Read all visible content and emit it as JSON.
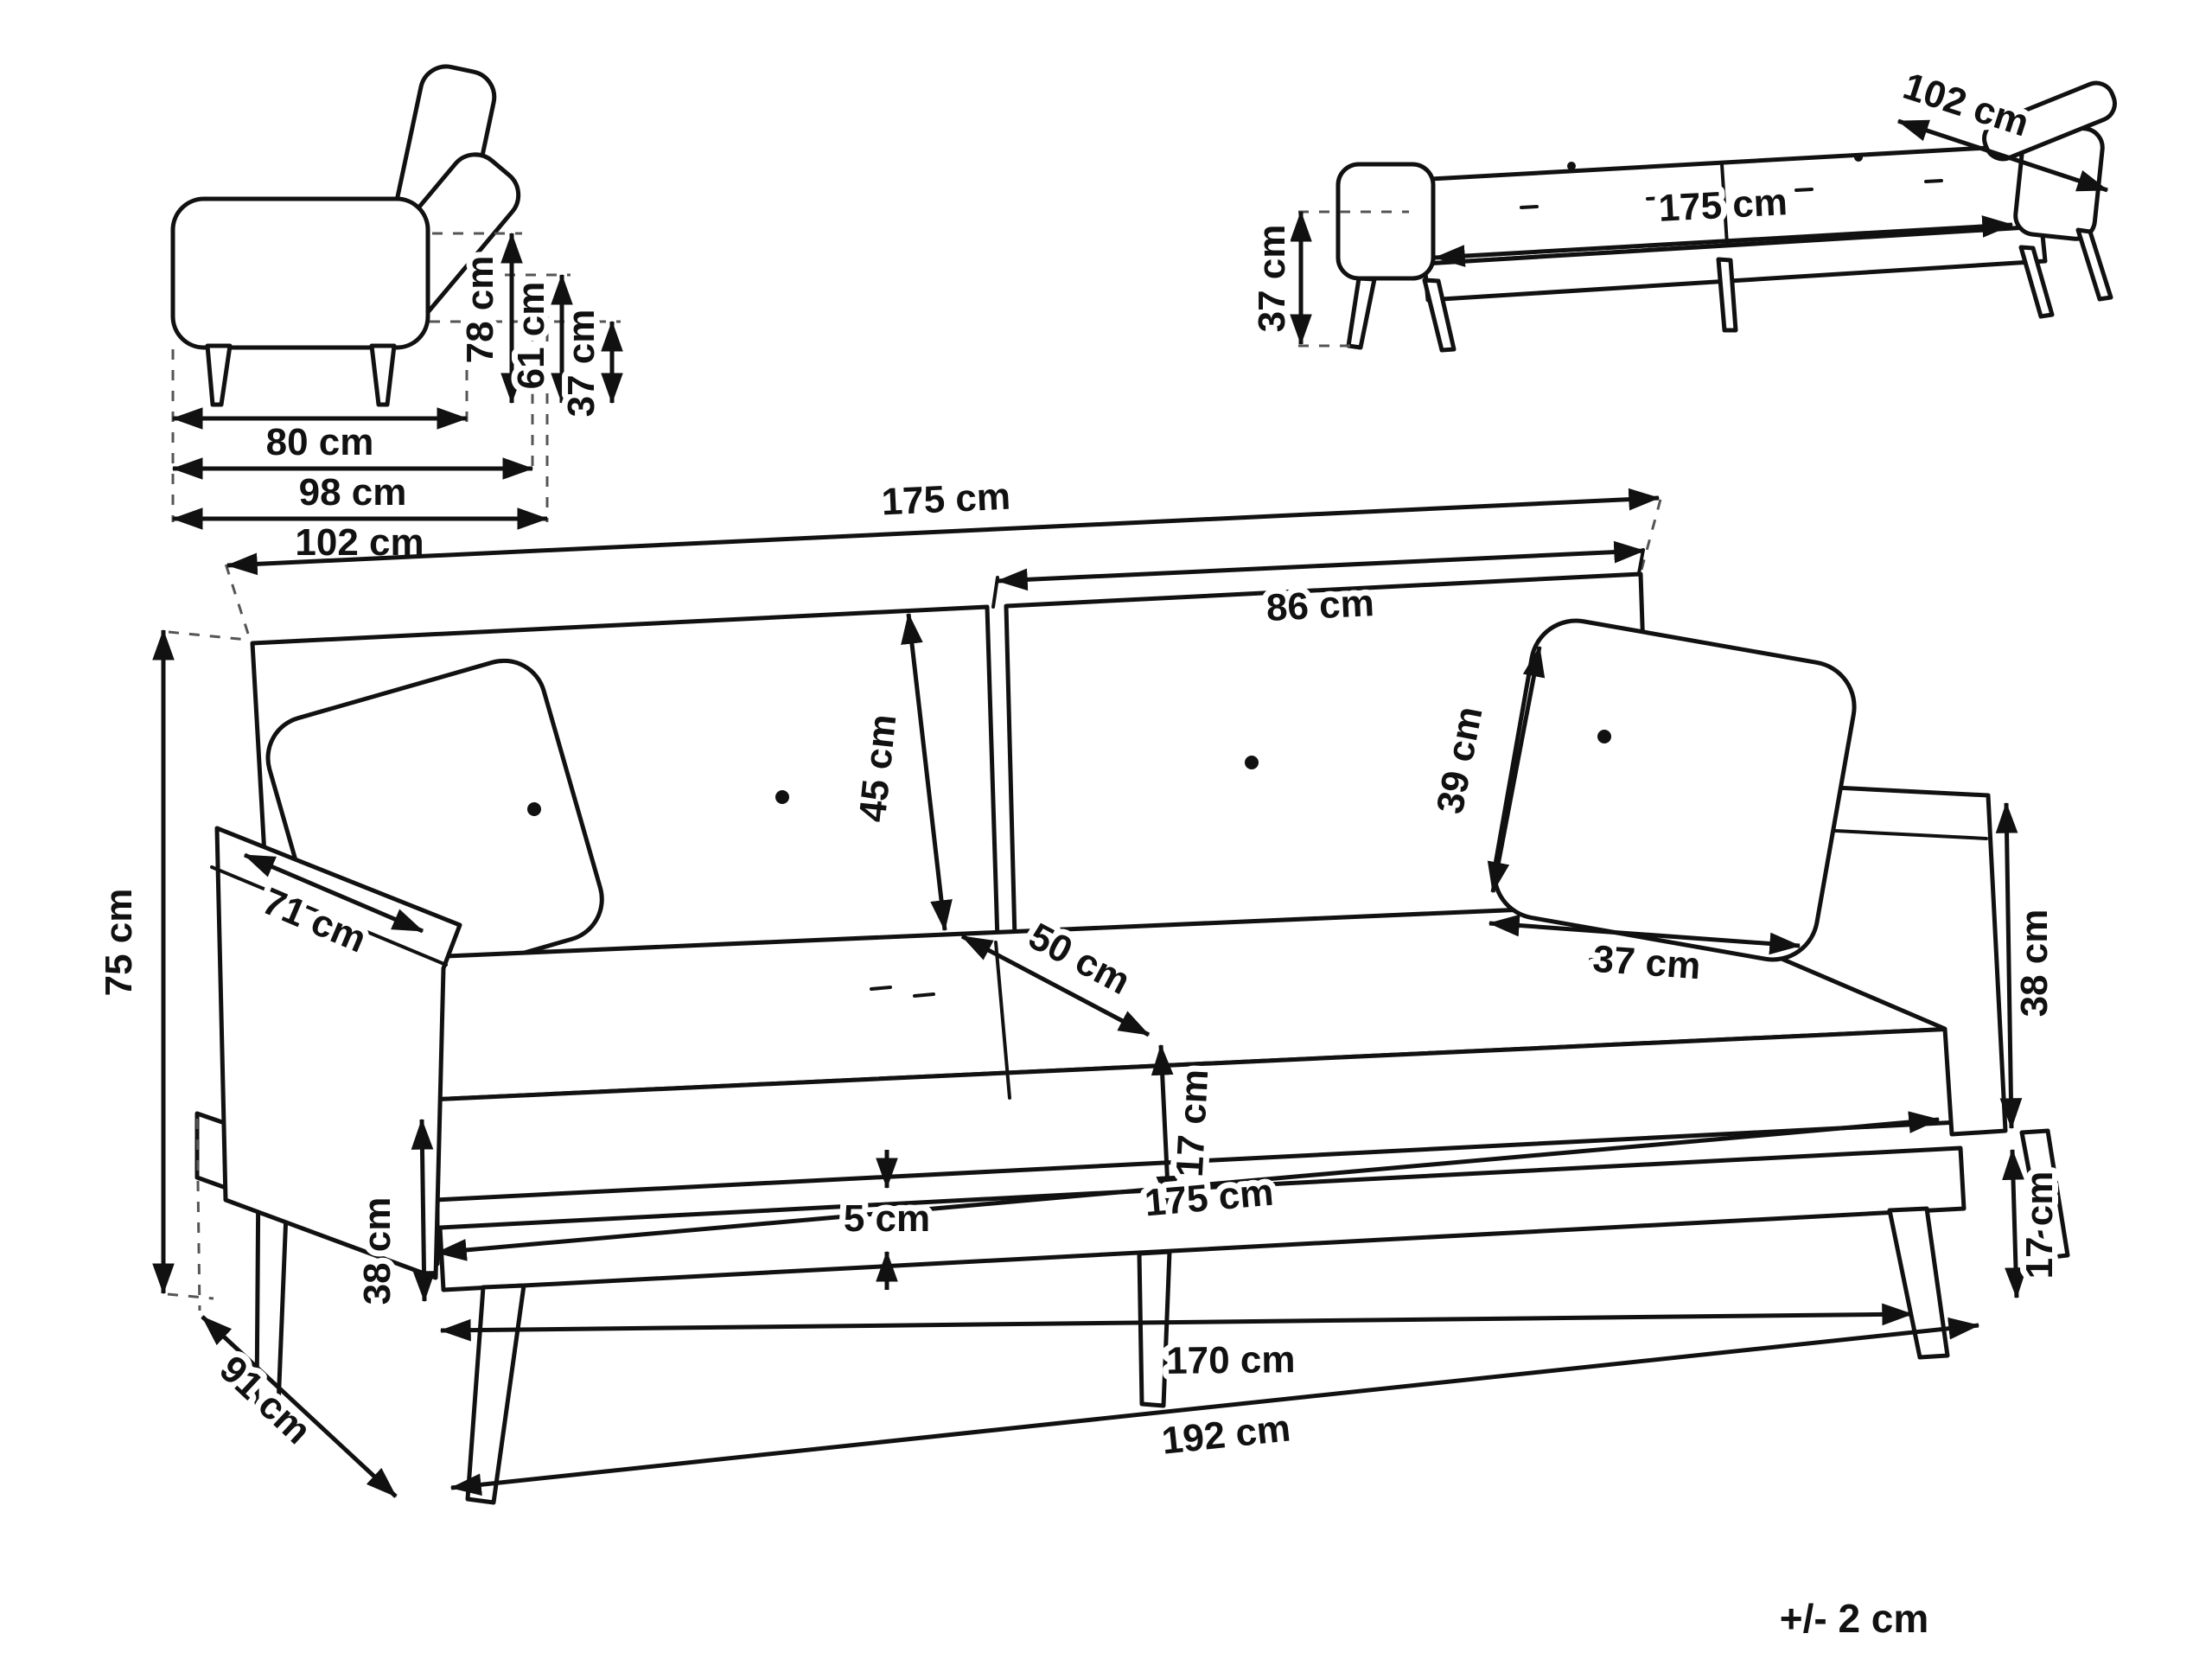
{
  "note": {
    "tolerance": "+/- 2 cm"
  },
  "colors": {
    "ink": "#111111",
    "background": "#ffffff"
  },
  "side_view": {
    "backrest_height": "78 cm",
    "reclined_height": "61 cm",
    "seat_height": "37 cm",
    "seat_depth": "80 cm",
    "depth_mid": "98 cm",
    "total_depth": "102 cm"
  },
  "bed_view": {
    "height": "37 cm",
    "length": "175 cm",
    "width": "102 cm"
  },
  "front_view": {
    "total_length_top": "175 cm",
    "backrest_section_width": "86 cm",
    "backrest_height": "45 cm",
    "cushion_height": "39 cm",
    "cushion_width": "37 cm",
    "armrest_length": "71 cm",
    "total_height": "75 cm",
    "seat_depth": "50 cm",
    "seat_thickness": "17 cm",
    "seat_length": "175 cm",
    "gap": "5 cm",
    "base_front_height": "38 cm",
    "arm_side_height": "38 cm",
    "leg_height": "17 cm",
    "base_length": "170 cm",
    "total_depth": "91 cm",
    "total_length": "192 cm"
  }
}
